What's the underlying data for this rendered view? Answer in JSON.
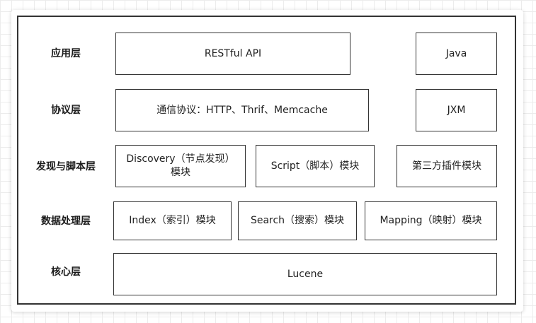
{
  "layers": [
    {
      "label": "应用层",
      "boxes": [
        "RESTful API",
        "Java"
      ]
    },
    {
      "label": "协议层",
      "boxes": [
        "通信协议：HTTP、Thrif、Memcache",
        "JXM"
      ]
    },
    {
      "label": "发现与脚本层",
      "boxes": [
        "Discovery（节点发现）模块",
        "Script（脚本）模块",
        "第三方插件模块"
      ]
    },
    {
      "label": "数据处理层",
      "boxes": [
        "Index（索引）模块",
        "Search（搜索）模块",
        "Mapping（映射）模块"
      ]
    },
    {
      "label": "核心层",
      "boxes": [
        "Lucene"
      ]
    }
  ]
}
